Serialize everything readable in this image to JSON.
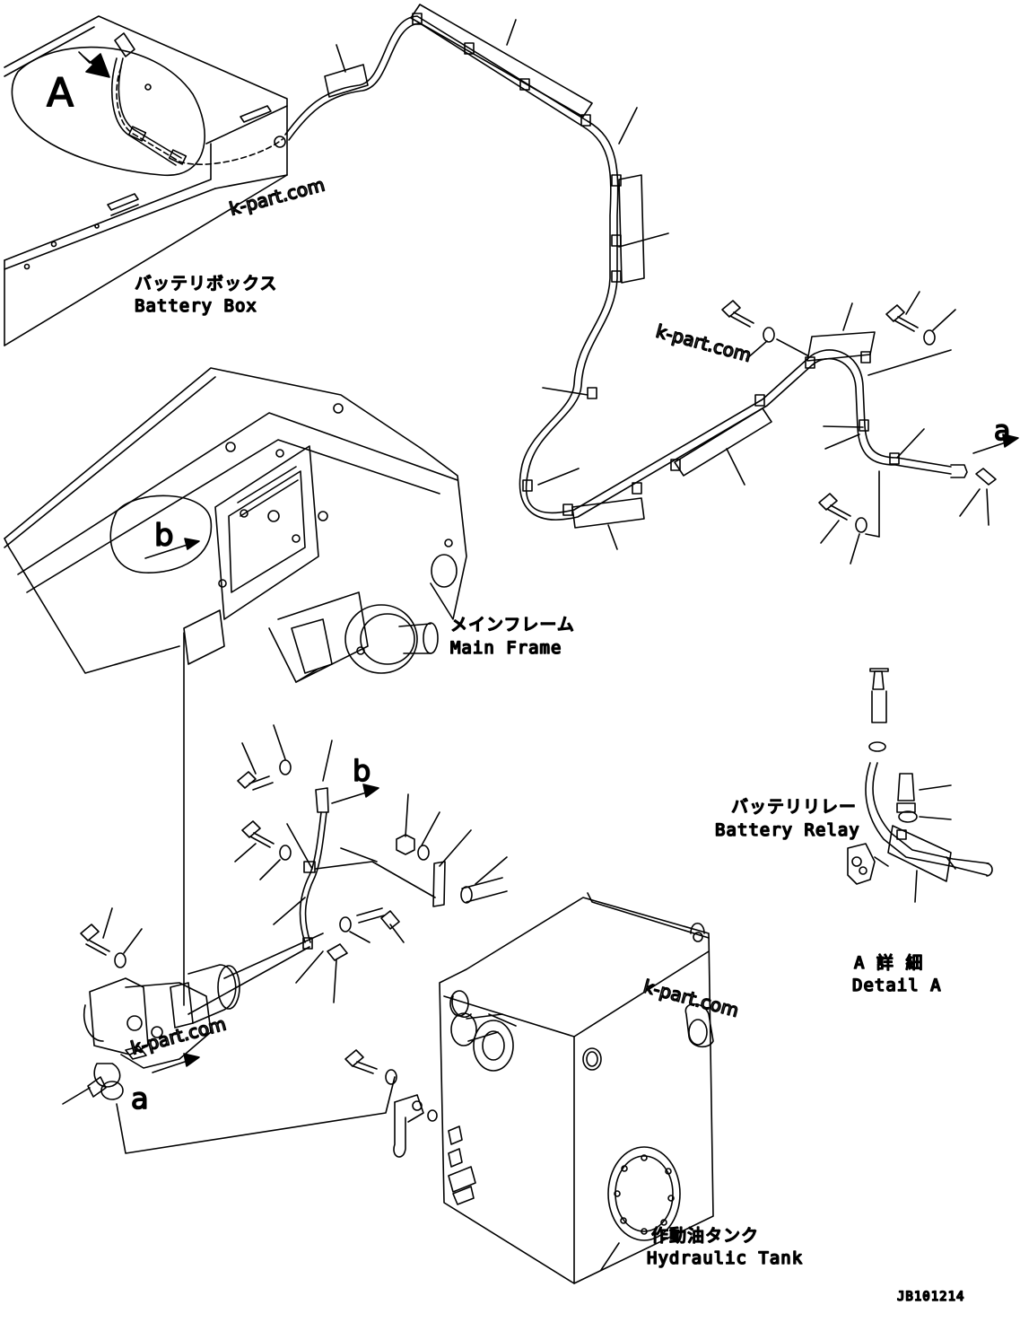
{
  "labels": {
    "battery_box_jp": "バッテリボックス",
    "battery_box_en": "Battery Box",
    "main_frame_jp": "メインフレーム",
    "main_frame_en": "Main Frame",
    "battery_relay_jp": "バッテリリレー",
    "battery_relay_en": "Battery Relay",
    "detail_a_jp": "A 詳 細",
    "detail_a_en": "Detail A",
    "hydraulic_tank_jp": "作動油タンク",
    "hydraulic_tank_en": "Hydraulic Tank"
  },
  "markers": {
    "view_a": "A",
    "ref_a_top": "a",
    "ref_a_bottom": "a",
    "ref_b_frame": "b",
    "ref_b_cable": "b"
  },
  "watermark": "k-part.com",
  "drawing_code": "JB101214"
}
